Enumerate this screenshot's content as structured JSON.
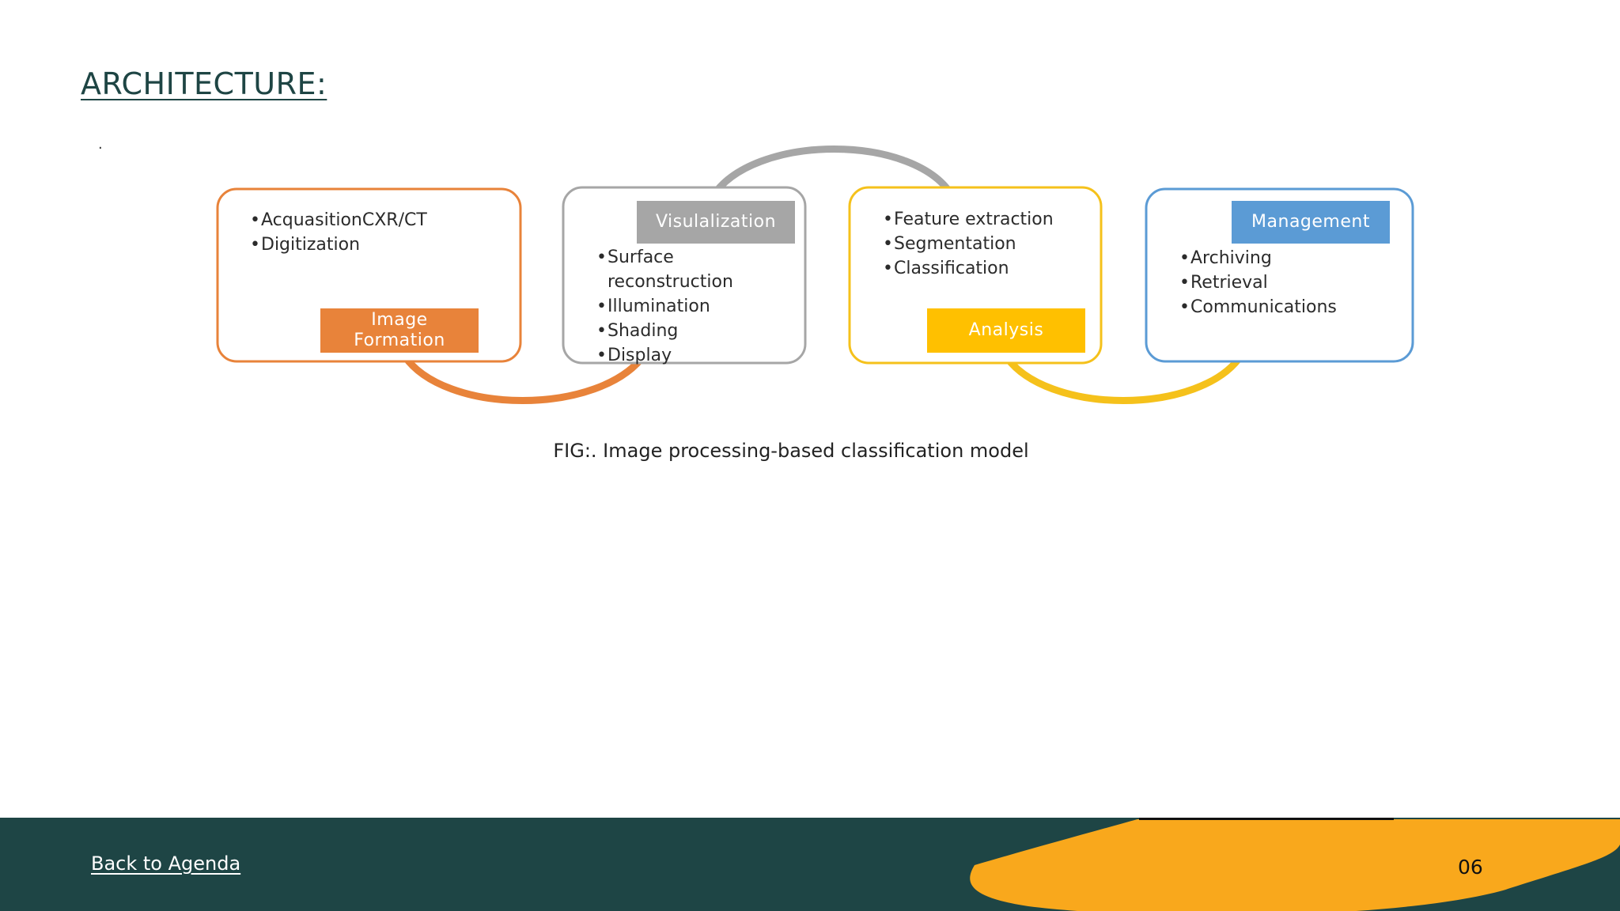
{
  "slide": {
    "title": "ARCHITECTURE:",
    "stray_bullet": ".",
    "caption": "FIG:. Image processing-based classification model"
  },
  "diagram": {
    "boxes": [
      {
        "tag": "Image Formation",
        "tag_lines": [
          "Image",
          "Formation"
        ],
        "items": [
          "AcquasitionCXR/CT",
          "Digitization"
        ],
        "color": "#e8833a"
      },
      {
        "tag": "Visulalization",
        "items": [
          "Surface reconstruction",
          "Illumination",
          "Shading",
          "Display"
        ],
        "color": "#a6a6a6"
      },
      {
        "tag": "Analysis",
        "items": [
          "Feature extraction",
          "Segmentation",
          "Classification"
        ],
        "color": "#f5c11b"
      },
      {
        "tag": "Management",
        "items": [
          "Archiving",
          "Retrieval",
          "Communications"
        ],
        "color": "#5b9bd5"
      }
    ]
  },
  "footer": {
    "back_link": "Back to Agenda",
    "page_number": "06",
    "background_color": "#1e4545",
    "accent_color": "#f9a81c"
  }
}
